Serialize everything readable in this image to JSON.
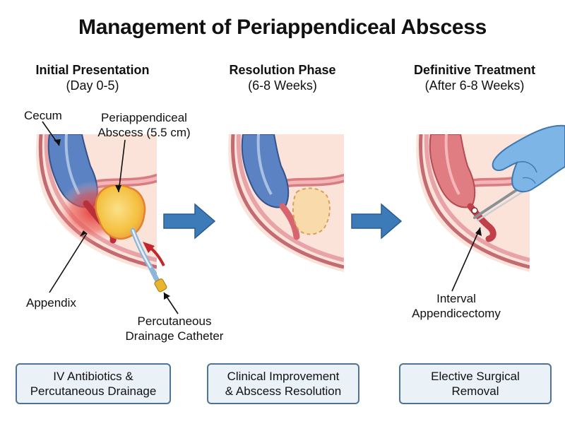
{
  "title": "Management of Periappendiceal Abscess",
  "phases": [
    {
      "heading": "Initial Presentation",
      "subheading": "(Day 0-5)",
      "box_line1": "IV Antibiotics &",
      "box_line2": "Percutaneous Drainage"
    },
    {
      "heading": "Resolution Phase",
      "subheading": "(6-8 Weeks)",
      "box_line1": "Clinical Improvement",
      "box_line2": "& Abscess Resolution"
    },
    {
      "heading": "Definitive Treatment",
      "subheading": "(After 6-8 Weeks)",
      "box_line1": "Elective Surgical",
      "box_line2": "Removal"
    }
  ],
  "labels": {
    "cecum": "Cecum",
    "abscess_line1": "Periappendiceal",
    "abscess_line2": "Abscess (5.5 cm)",
    "appendix": "Appendix",
    "catheter_line1": "Percutaneous",
    "catheter_line2": "Drainage Catheter",
    "interval_line1": "Interval",
    "interval_line2": "Appendicectomy"
  },
  "colors": {
    "colon_blue": "#5b82c2",
    "colon_red": "#e07d83",
    "abscess_yellow": "#f6c74a",
    "inflamed_red": "#e23a35",
    "arrow_blue": "#3c7ab8",
    "box_border": "#4f7396",
    "box_fill": "#eaf1f7",
    "glove_blue": "#7db6e6"
  }
}
